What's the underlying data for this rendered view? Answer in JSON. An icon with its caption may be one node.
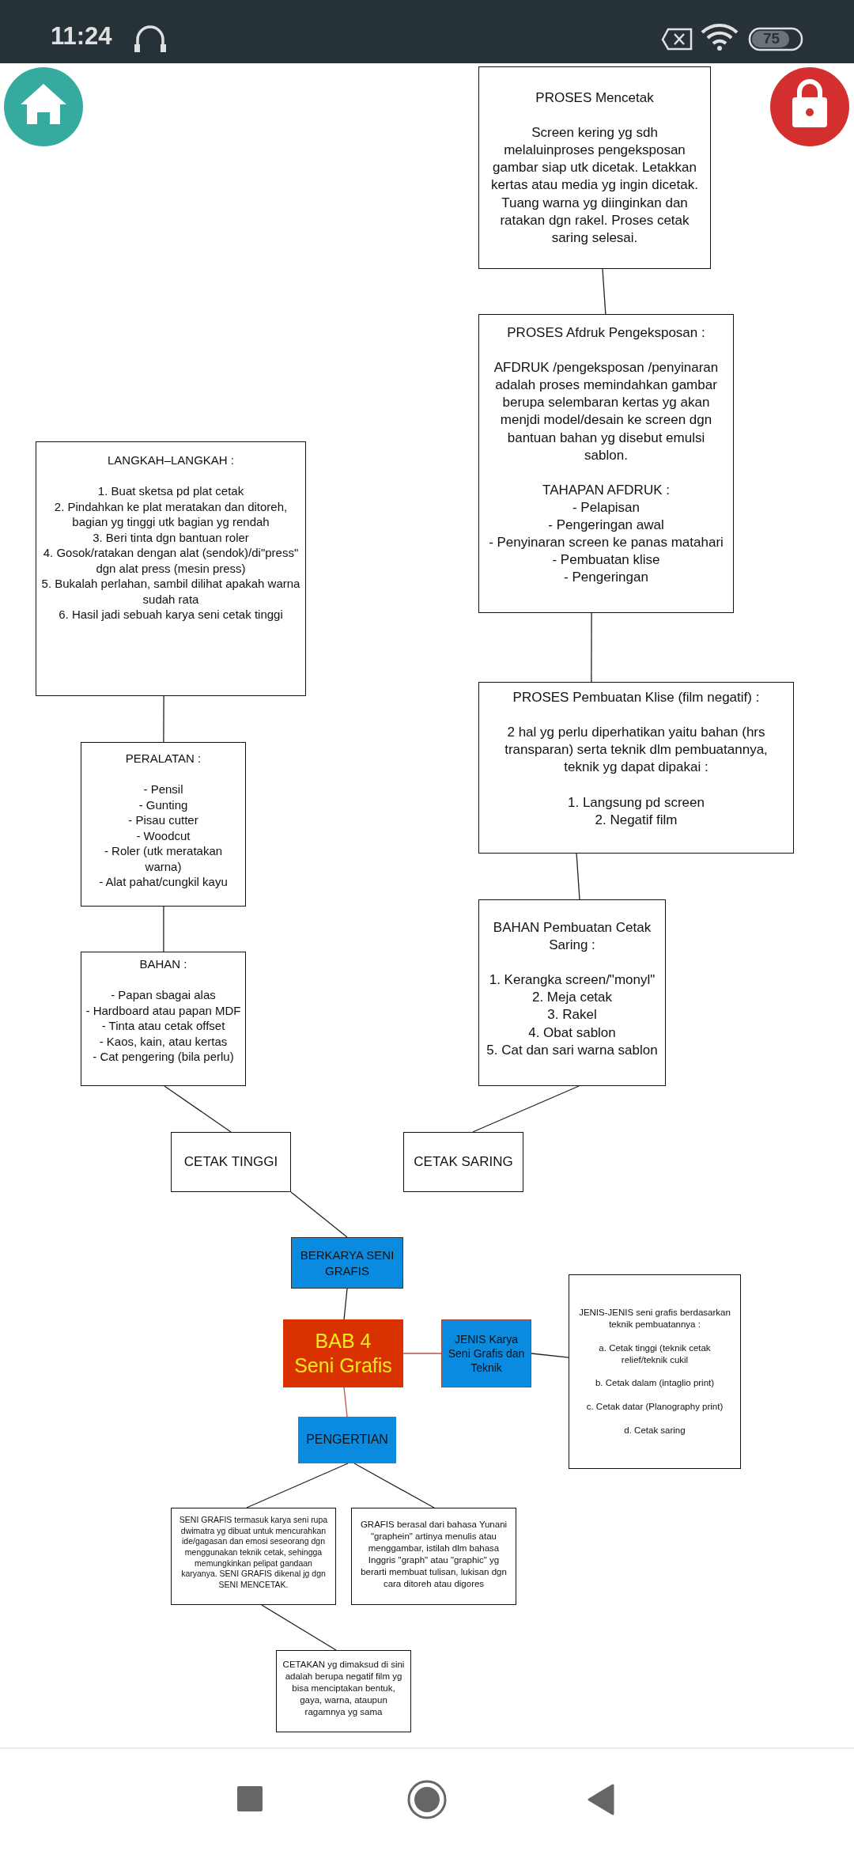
{
  "diagram": {
    "nodes": [
      {
        "text": [
          "PROSES Mencetak",
          "Screen kering yg sdh melaluinproses pengeksposan gambar siap utk dicetak. Letakkan kertas atau media yg ingin dicetak. Tuang warna yg diinginkan dan ratakan dgn rakel. Proses cetak saring selesai."
        ]
      },
      {
        "text": [
          "PROSES Afdruk Pengeksposan :",
          "AFDRUK /pengeksposan /penyinaran adalah proses memindahkan gambar berupa selembaran kertas yg akan menjdi model/desain ke screen dgn bantuan bahan yg disebut emulsi sablon.",
          "TAHAPAN AFDRUK :",
          "- Pelapisan",
          "- Pengeringan awal",
          "- Penyinaran screen ke panas matahari",
          "- Pembuatan klise",
          "- Pengeringan"
        ]
      },
      {
        "text": [
          "PROSES Pembuatan Klise (film negatif) :",
          "2 hal yg perlu diperhatikan yaitu bahan (hrs transparan) serta teknik dlm pembuatannya, teknik yg dapat dipakai :",
          "1. Langsung pd screen",
          "2. Negatif film"
        ]
      },
      {
        "text": [
          "BAHAN Pembuatan Cetak Saring :",
          "1. Kerangka screen/\"monyl\"",
          "2. Meja cetak",
          "3. Rakel",
          "4. Obat sablon",
          "5. Cat dan sari warna sablon"
        ]
      },
      {
        "text": [
          "LANGKAH–LANGKAH :",
          "1. Buat sketsa pd plat cetak",
          "2. Pindahkan ke plat meratakan dan ditoreh, bagian yg tinggi utk bagian yg rendah",
          "3. Beri tinta dgn bantuan roler",
          "4. Gosok/ratakan dengan alat (sendok)/di\"press\" dgn alat press (mesin press)",
          "5. Bukalah perlahan, sambil dilihat apakah warna sudah rata",
          "6. Hasil jadi sebuah karya seni cetak tinggi"
        ]
      },
      {
        "text": [
          "PERALATAN :",
          "- Pensil",
          "- Gunting",
          "- Pisau cutter",
          "- Woodcut",
          "- Roler (utk meratakan warna)",
          "- Alat pahat/cungkil kayu"
        ]
      },
      {
        "text": [
          "BAHAN :",
          "- Papan sbagai alas",
          "- Hardboard atau papan MDF",
          "- Tinta atau cetak offset",
          "- Kaos, kain, atau kertas",
          "- Cat pengering (bila perlu)"
        ]
      },
      {
        "text": [
          "CETAK TINGGI"
        ]
      },
      {
        "text": [
          "CETAK SARING"
        ]
      },
      {
        "text": [
          "BERKARYA SENI GRAFIS"
        ]
      },
      {
        "text": [
          "BAB 4",
          "Seni Grafis"
        ]
      },
      {
        "text": [
          "JENIS Karya Seni Grafis dan Teknik"
        ]
      },
      {
        "text": [
          "JENIS-JENIS seni grafis berdasarkan teknik pembuatannya :",
          "a. Cetak tinggi (teknik cetak relief/teknik cukil",
          "b. Cetak dalam (intaglio print)",
          "c. Cetak datar (Planography print)",
          "d. Cetak saring"
        ]
      },
      {
        "text": [
          "PENGERTIAN"
        ]
      },
      {
        "text": [
          "SENI GRAFIS termasuk karya seni rupa dwimatra yg dibuat untuk mencurahkan ide/gagasan dan emosi seseorang dgn menggunakan teknik cetak, sehingga memungkinkan pelipat gandaan karyanya. SENI GRAFIS dikenal jg dgn SENI MENCETAK."
        ]
      },
      {
        "text": [
          "GRAFIS berasal dari bahasa Yunani \"graphein\" artinya menulis atau menggambar, istilah dlm bahasa Inggris \"graph\" atau \"graphic\" yg berarti membuat tulisan, lukisan dgn cara ditoreh atau digores"
        ]
      },
      {
        "text": [
          "CETAKAN yg dimaksud di sini adalah berupa negatif film yg bisa menciptakan bentuk, gaya, warna, ataupun ragamnya yg sama"
        ]
      }
    ],
    "edges": [
      {
        "from": 0,
        "to": 1,
        "arrow": "none"
      },
      {
        "from": 1,
        "to": 2,
        "arrow": "none"
      },
      {
        "from": 2,
        "to": 3,
        "arrow": "none"
      },
      {
        "from": 3,
        "to": 8,
        "arrow": "none"
      },
      {
        "from": 4,
        "to": 5,
        "arrow": "none"
      },
      {
        "from": 5,
        "to": 6,
        "arrow": "none"
      },
      {
        "from": 6,
        "to": 7,
        "arrow": "none"
      },
      {
        "from": 7,
        "to": 9,
        "arrow": "none"
      },
      {
        "from": 9,
        "to": 10,
        "arrow": "none"
      },
      {
        "from": 10,
        "to": 11,
        "arrow": "none",
        "color": "#c0504d"
      },
      {
        "from": 11,
        "to": 12,
        "arrow": "none"
      },
      {
        "from": 10,
        "to": 13,
        "arrow": "none",
        "color": "#c0504d"
      },
      {
        "from": 13,
        "to": 14,
        "arrow": "none"
      },
      {
        "from": 13,
        "to": 15,
        "arrow": "none"
      },
      {
        "from": 14,
        "to": 16,
        "arrow": "none"
      }
    ],
    "labels": [
      "11:24",
      "75"
    ]
  }
}
